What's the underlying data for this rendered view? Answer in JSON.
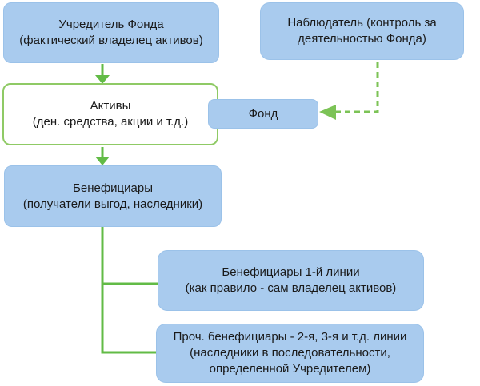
{
  "diagram": {
    "title": "Fund structure diagram",
    "nodes": {
      "founder": {
        "lines": [
          "Учредитель Фонда",
          "(фактический владелец активов)"
        ]
      },
      "observer": {
        "lines": [
          "Наблюдатель (контроль за",
          "деятельностью Фонда)"
        ]
      },
      "assets": {
        "lines": [
          "Активы",
          "(ден. средства, акции и т.д.)"
        ]
      },
      "fund": {
        "label": "Фонд"
      },
      "beneficiaries": {
        "lines": [
          "Бенефициары",
          "(получатели выгод, наследники)"
        ]
      },
      "beneficiaries_line1": {
        "lines": [
          "Бенефициары 1-й линии",
          "(как правило - сам владелец активов)"
        ]
      },
      "beneficiaries_other": {
        "lines": [
          "Проч. бенефициары - 2-я, 3-я и т.д. линии",
          "(наследники в последовательности,",
          "определенной Учредителем)"
        ]
      }
    },
    "colors": {
      "node_fill": "#a9cbee",
      "node_border": "#9bc2e9",
      "assets_fill": "#ffffff",
      "assets_border": "#8fca65",
      "arrow_green": "#62bb46",
      "dashed_green": "#7cc356",
      "text_color": "#1a1a1a",
      "bg": "#ffffff"
    }
  }
}
